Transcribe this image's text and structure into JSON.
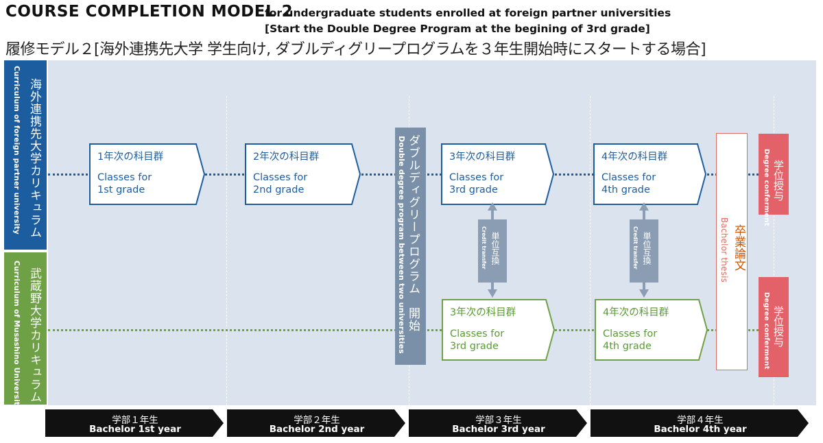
{
  "header": {
    "title": "COURSE  COMPLETION  MODEL 2",
    "subtitle_line1": "for undergraduate students enrolled at foreign partner universities",
    "subtitle_line2": "[Start the Double Degree Program at the begining of 3rd grade]",
    "title_jp": "履修モデル２[海外連携先大学 学生向け, ダブルディグリープログラムを３年生開始時にスタートする場合]"
  },
  "sidebars": {
    "foreign": {
      "jp": "海外連携先大学カリキュラム",
      "en": "Curriculum of foreign partner university"
    },
    "musashino": {
      "jp": "武蔵野大学カリキュラム",
      "en": "Curriculum of Musashino University"
    }
  },
  "classes": {
    "foreign_1": {
      "jp": "1年次の科目群",
      "en1": "Classes for",
      "en2": "1st grade"
    },
    "foreign_2": {
      "jp": "2年次の科目群",
      "en1": "Classes for",
      "en2": "2nd grade"
    },
    "foreign_3": {
      "jp": "3年次の科目群",
      "en1": "Classes for",
      "en2": "3rd grade"
    },
    "foreign_4": {
      "jp": "4年次の科目群",
      "en1": "Classes for",
      "en2": "4th grade"
    },
    "musashino_3": {
      "jp": "3年次の科目群",
      "en1": "Classes for",
      "en2": "3rd grade"
    },
    "musashino_4": {
      "jp": "4年次の科目群",
      "en1": "Classes for",
      "en2": "4th grade"
    }
  },
  "dd_program": {
    "jp": "ダブルディグリープログラム　開始",
    "en": "Double degree program between two universities"
  },
  "credit_transfer": {
    "jp": "単位互換",
    "en": "Credit transfer"
  },
  "thesis": {
    "jp": "卒業論文",
    "en": "Bachelor thesis"
  },
  "degree": {
    "jp": "学位授与",
    "en": "Degree conferment"
  },
  "years": [
    {
      "jp": "学部１年生",
      "en": "Bachelor 1st year"
    },
    {
      "jp": "学部２年生",
      "en": "Bachelor 2nd year"
    },
    {
      "jp": "学部３年生",
      "en": "Bachelor 3rd year"
    },
    {
      "jp": "学部４年生",
      "en": "Bachelor 4th year"
    }
  ],
  "colors": {
    "foreign_blue": "#1c5d9f",
    "musashino_green": "#6ea046",
    "program_gray": "#7990a8",
    "degree_red": "#e3626a",
    "thesis_orange": "#cc5500",
    "panel_bg": "#dae3ee"
  }
}
